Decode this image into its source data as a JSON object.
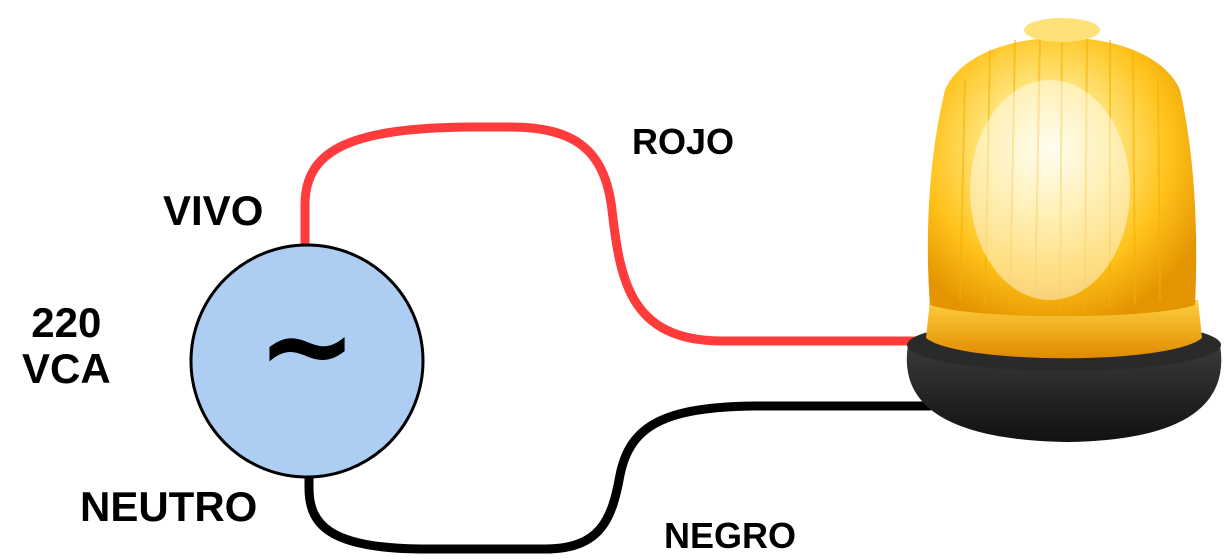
{
  "labels": {
    "vivo": "VIVO",
    "neutro": "NEUTRO",
    "voltage_value": "220",
    "voltage_unit": "VCA",
    "rojo": "ROJO",
    "negro": "NEGRO"
  },
  "source": {
    "symbol": "~",
    "fill_color": "#aecdf3",
    "stroke_color": "#000000"
  },
  "wires": {
    "live_color": "#ff3b3b",
    "neutral_color": "#000000"
  },
  "beacon": {
    "icon": "amber-warning-beacon-icon",
    "dome_color": "#ffb400",
    "base_color": "#1c1c1c",
    "ring_color": "#f2a300"
  }
}
